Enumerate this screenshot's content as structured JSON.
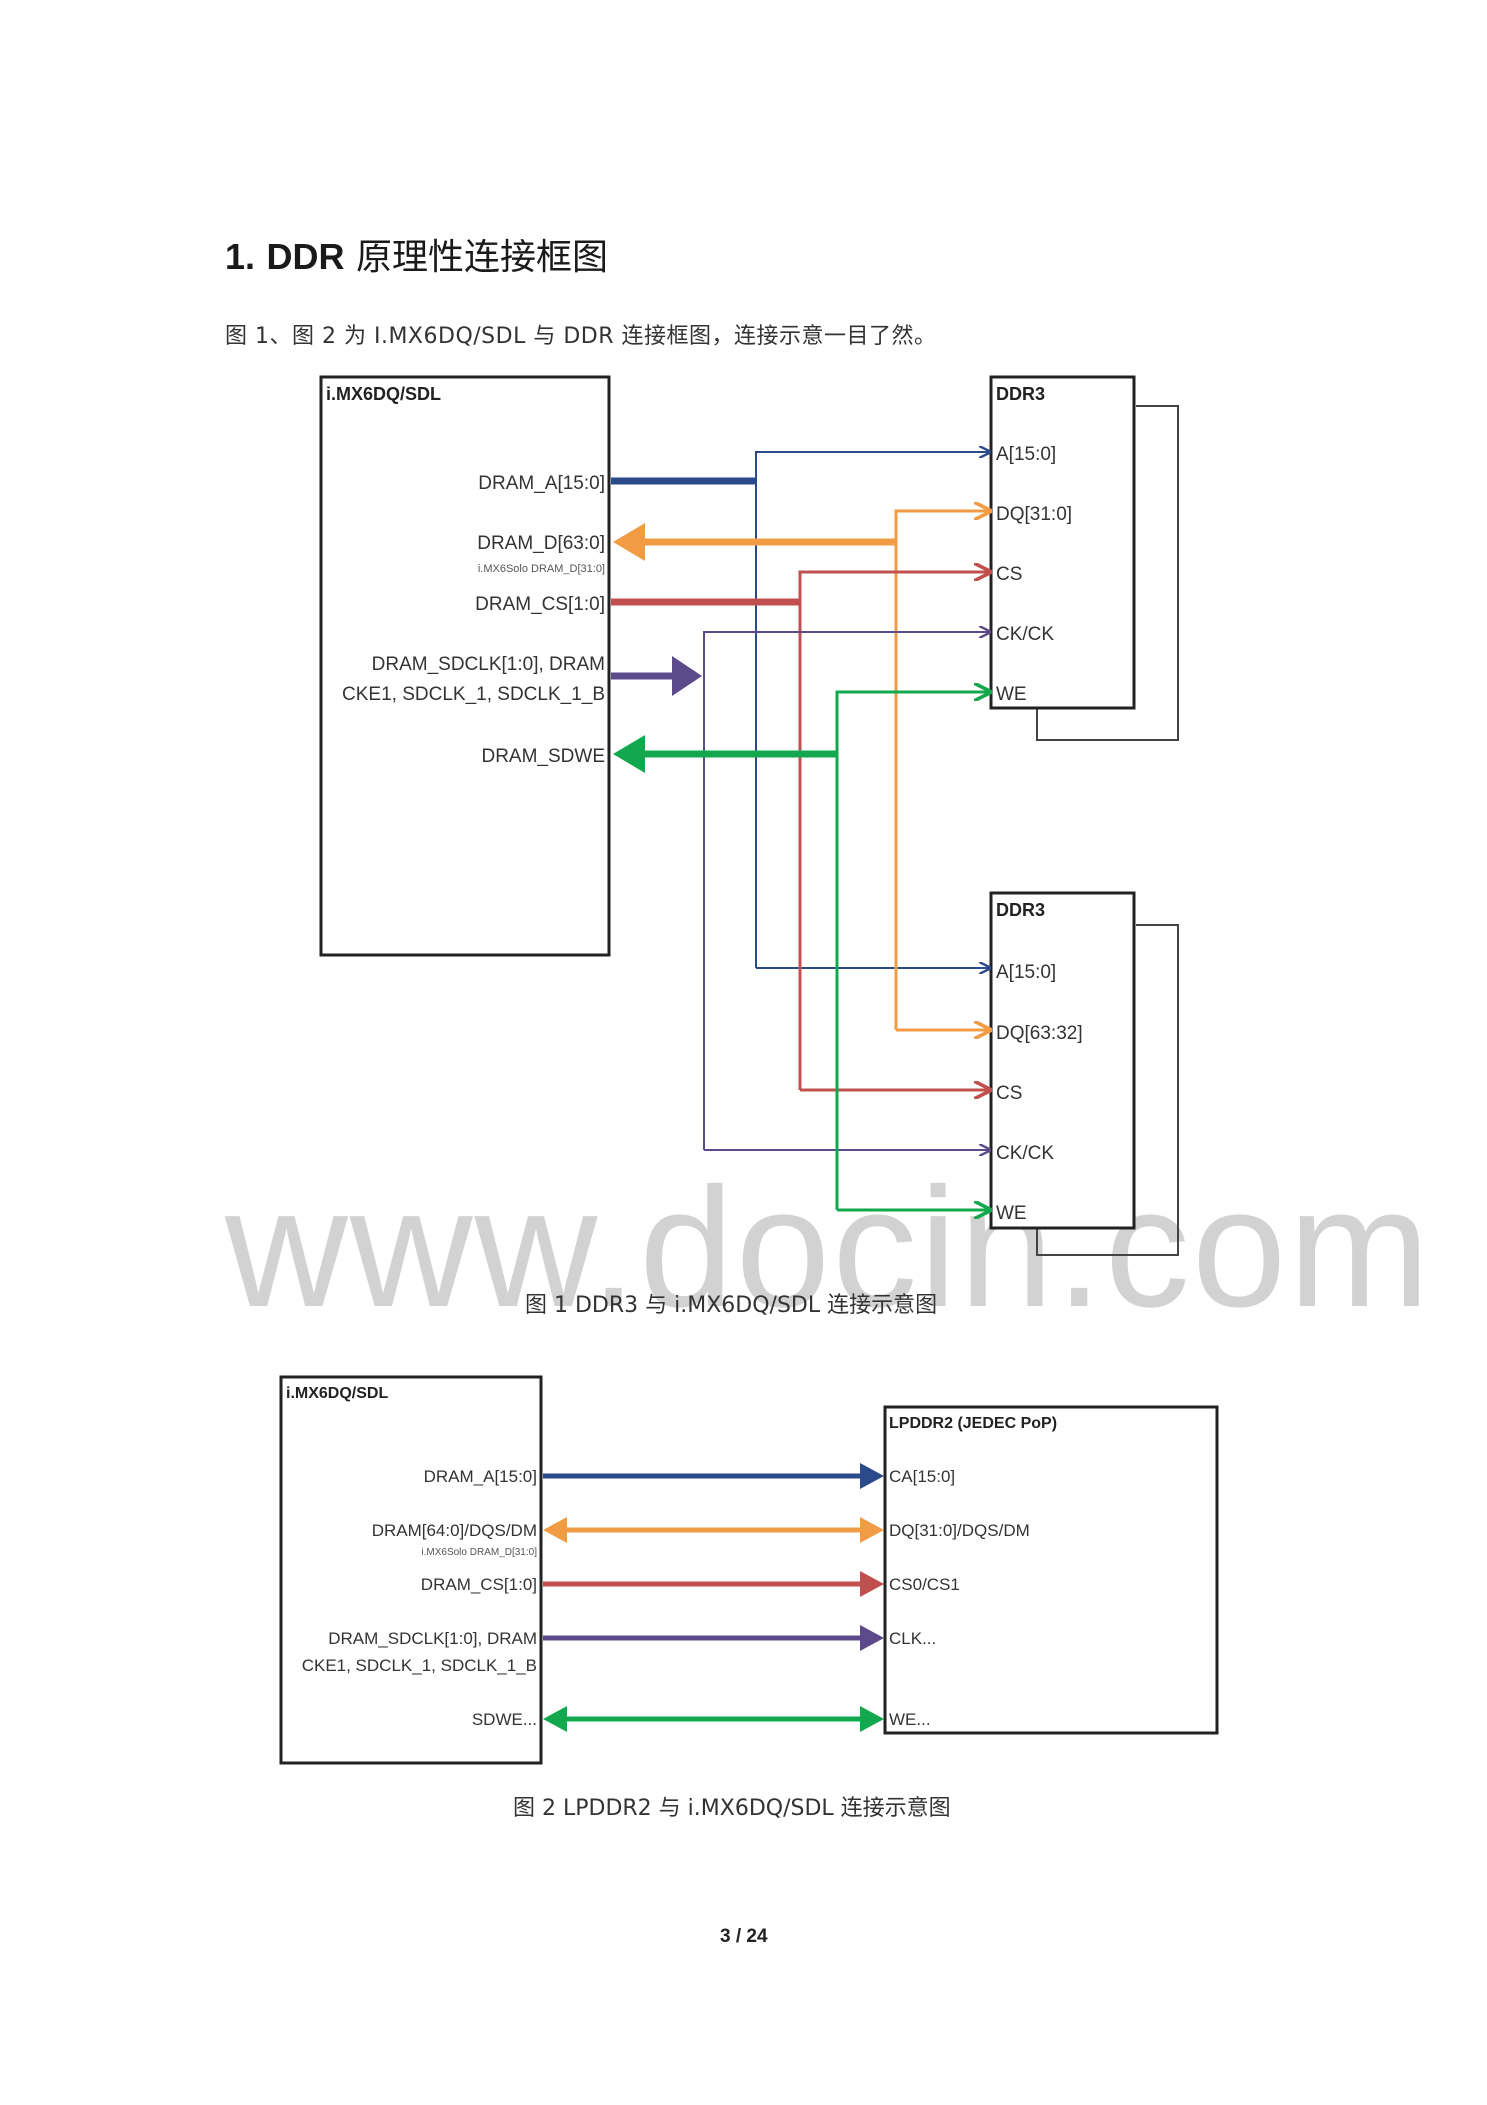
{
  "heading": {
    "number": "1.",
    "bold": "DDR",
    "text": "原理性连接框图"
  },
  "intro": "图 1、图 2 为 I.MX6DQ/SDL 与 DDR 连接框图，连接示意一目了然。",
  "watermark": "www.docin.com",
  "figure1": {
    "soc_title": "i.MX6DQ/SDL",
    "soc_signals": {
      "addr": "DRAM_A[15:0]",
      "data": "DRAM_D[63:0]",
      "data_note": "i.MX6Solo DRAM_D[31:0]",
      "cs": "DRAM_CS[1:0]",
      "clk_line1": "DRAM_SDCLK[1:0], DRAM",
      "clk_line2": "CKE1, SDCLK_1, SDCLK_1_B",
      "we": "DRAM_SDWE"
    },
    "ddr_top": {
      "title": "DDR3",
      "pins": [
        "A[15:0]",
        "DQ[31:0]",
        "CS",
        "CK/CK",
        "WE"
      ]
    },
    "ddr_bottom": {
      "title": "DDR3",
      "pins": [
        "A[15:0]",
        "DQ[63:32]",
        "CS",
        "CK/CK",
        "WE"
      ]
    },
    "colors": {
      "addr": "#2b4a8b",
      "data": "#f29b45",
      "cs": "#c0504d",
      "clk": "#5d4a8b",
      "we": "#13a84d"
    },
    "caption": "图 1 DDR3 与 i.MX6DQ/SDL 连接示意图"
  },
  "figure2": {
    "soc_title": "i.MX6DQ/SDL",
    "soc_signals": {
      "addr": "DRAM_A[15:0]",
      "data": "DRAM[64:0]/DQS/DM",
      "data_note": "i.MX6Solo DRAM_D[31:0]",
      "cs": "DRAM_CS[1:0]",
      "clk_line1": "DRAM_SDCLK[1:0], DRAM",
      "clk_line2": "CKE1, SDCLK_1, SDCLK_1_B",
      "we": "SDWE..."
    },
    "lpddr": {
      "title": "LPDDR2 (JEDEC PoP)",
      "pins": [
        "CA[15:0]",
        "DQ[31:0]/DQS/DM",
        "CS0/CS1",
        "CLK...",
        "WE..."
      ]
    },
    "caption": "图 2 LPDDR2 与 i.MX6DQ/SDL 连接示意图"
  },
  "page_number": "3 / 24"
}
